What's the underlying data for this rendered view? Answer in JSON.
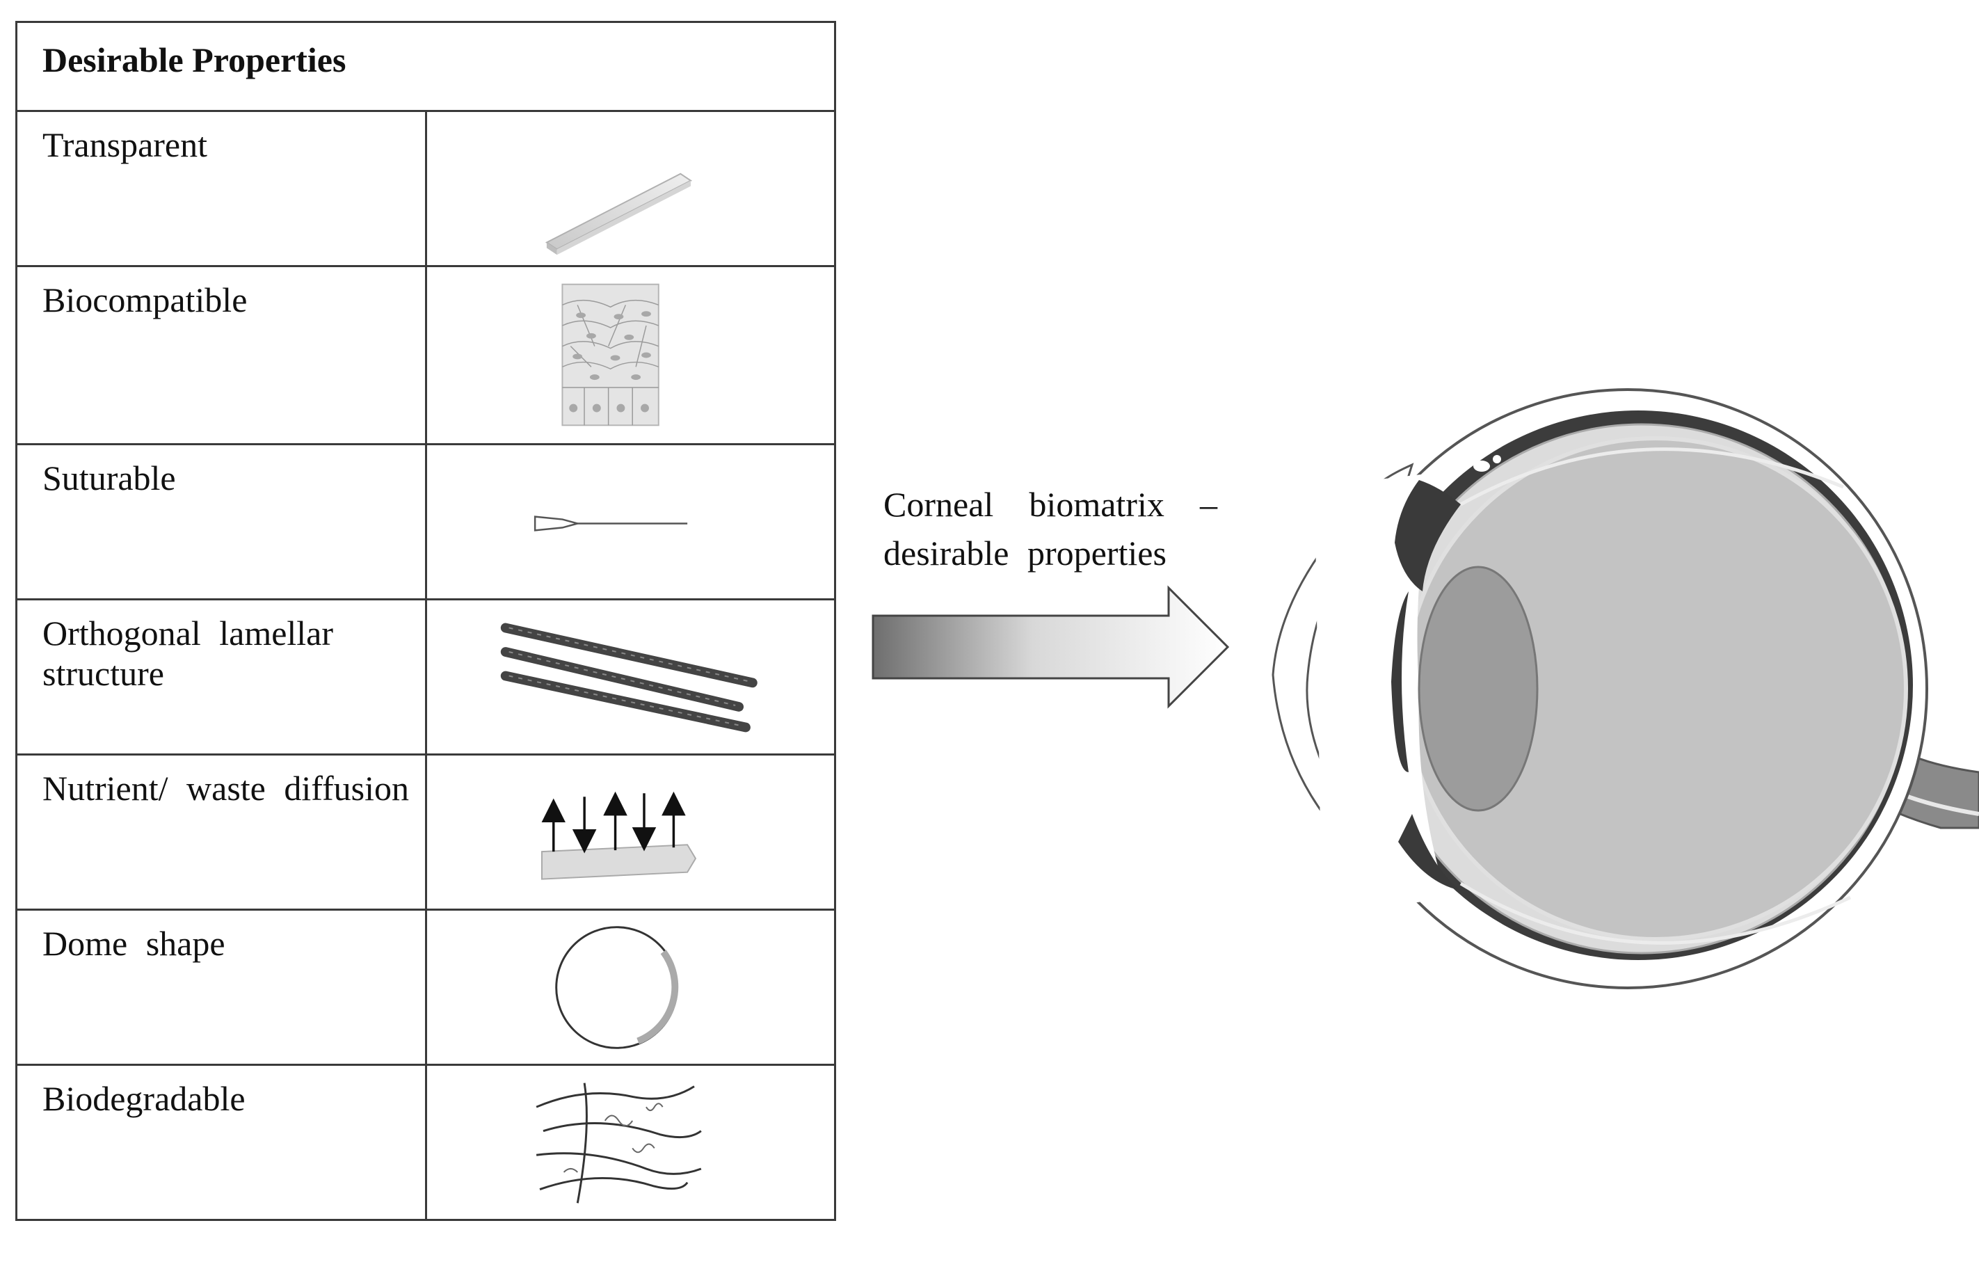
{
  "table": {
    "header": "Desirable Properties",
    "rows": [
      {
        "label": "Transparent",
        "icon": "transparent-film-icon"
      },
      {
        "label": "Biocompatible",
        "icon": "cell-tissue-icon"
      },
      {
        "label": "Suturable",
        "icon": "suture-needle-icon"
      },
      {
        "label": "Orthogonal lamellar structure",
        "icon": "collagen-fibres-icon"
      },
      {
        "label": "Nutrient/ waste diffusion",
        "icon": "diffusion-arrows-icon"
      },
      {
        "label": "Dome shape",
        "icon": "dome-circle-icon"
      },
      {
        "label": "Biodegradable",
        "icon": "degrading-fibres-icon"
      }
    ]
  },
  "caption": {
    "line1": "Corneal biomatrix –",
    "line2": "desirable properties"
  },
  "arrow": {
    "icon": "right-arrow-icon"
  },
  "eye": {
    "icon": "eye-cross-section-icon"
  }
}
